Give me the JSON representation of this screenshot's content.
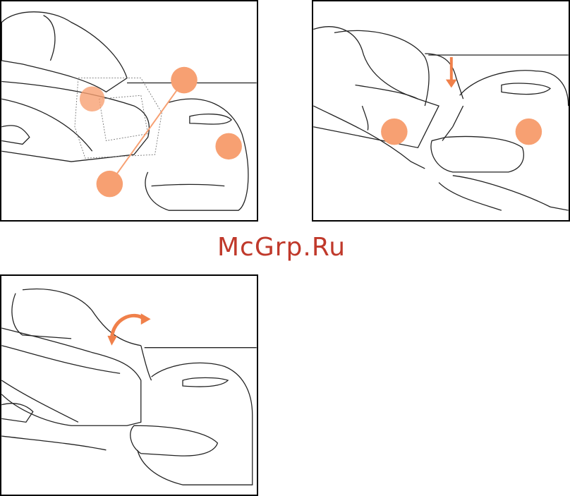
{
  "watermark": {
    "text": "McGrp.Ru"
  },
  "colors": {
    "marker": "#f7a072",
    "arrow": "#f0804a",
    "watermark": "#c0392b",
    "border": "#000000"
  },
  "panels": [
    {
      "id": "step-1",
      "markers": 3
    },
    {
      "id": "step-2",
      "markers": 2,
      "arrow": "down-arrow"
    },
    {
      "id": "step-3",
      "markers": 0,
      "arrow": "rotate-arrow"
    }
  ]
}
